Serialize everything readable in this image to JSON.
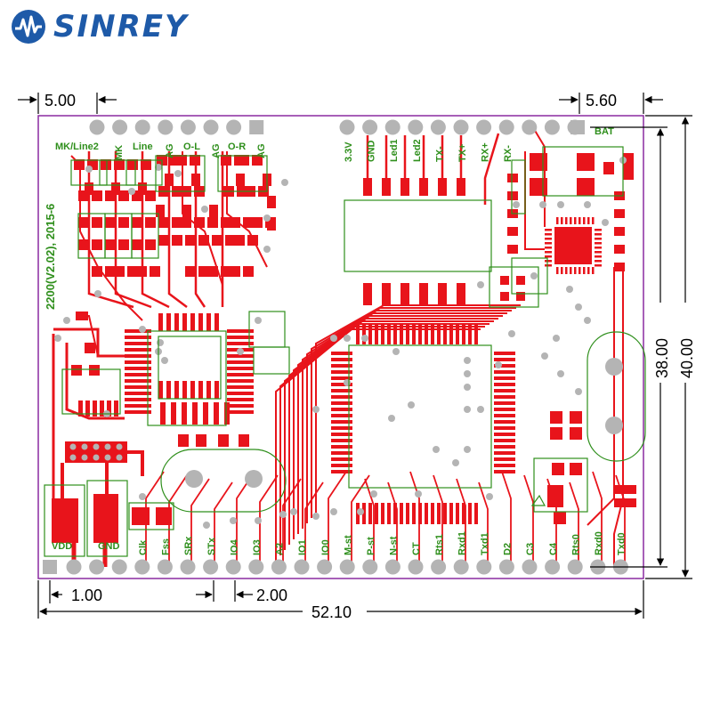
{
  "brand": {
    "name": "SINREY",
    "color": "#1e5aa8"
  },
  "board": {
    "version": "2200(V2.02), 2015-6",
    "outline_color": "#8a2aa0"
  },
  "colors": {
    "copper": "#e8141b",
    "pad": "#b4b4b4",
    "silk": "#2f8f1c",
    "dim": "#000000"
  },
  "dimensions": {
    "left_offset": "5.00",
    "right_offset": "5.60",
    "height_inner": "38.00",
    "height_outer": "40.00",
    "pin_pitch_1": "1.00",
    "pin_pitch_2": "2.00",
    "width": "52.10"
  },
  "top_left_pins": [
    "MK/Line2",
    "MK",
    "Line",
    "AG",
    "O-L",
    "AG",
    "O-R",
    "AG"
  ],
  "top_right_pins": [
    "3.3V",
    "GND",
    "Led1",
    "Led2",
    "TX-",
    "TX+",
    "RX+",
    "RX-"
  ],
  "bat_label": "BAT",
  "bottom_pins": [
    "VDD",
    "GND",
    "Clk",
    "Fss",
    "SRx",
    "STx",
    "IO4",
    "IO3",
    "A2",
    "IO1",
    "IO0",
    "M-st",
    "P-st",
    "N-st",
    "CT",
    "Rts1",
    "Rxd1",
    "Txd1",
    "D2",
    "C3",
    "C4",
    "Rts0",
    "Rxd0",
    "Txd0"
  ]
}
